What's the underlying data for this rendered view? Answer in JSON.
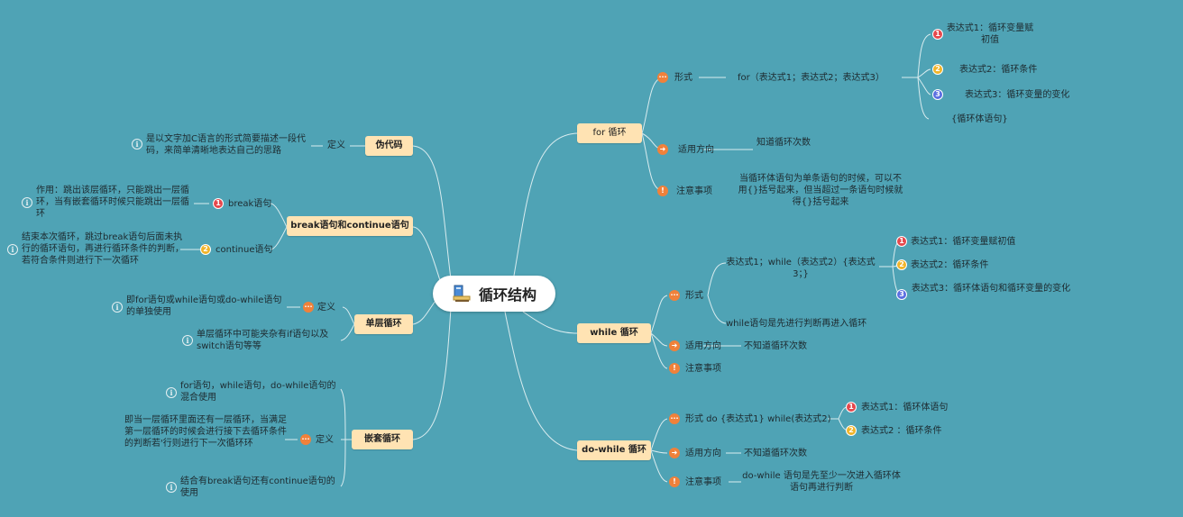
{
  "root": {
    "title": "循环结构"
  },
  "colors": {
    "background": "#4fa3b5",
    "node_fill": "#ffe3b3",
    "line": "#d9ecef",
    "badge_red": "#e5484d",
    "badge_yellow": "#f0b429",
    "badge_blue": "#5b6ee1",
    "badge_orange": "#f0813a"
  },
  "right": {
    "for": {
      "label": "for 循环",
      "form": {
        "label": "形式",
        "value": "for（表达式1；表达式2；表达式3）",
        "items": [
          {
            "badge": "1",
            "text": "表达式1：循环变量赋初值"
          },
          {
            "badge": "2",
            "text": "表达式2：循环条件"
          },
          {
            "badge": "3",
            "text": "表达式3：循环变量的变化"
          },
          {
            "badge": "",
            "text": "{循环体语句}"
          }
        ]
      },
      "usage": {
        "label": "适用方向",
        "value": "知道循环次数"
      },
      "notes": {
        "label": "注意事项",
        "value": "当循环体语句为单条语句的时候，可以不用{}括号起来，但当超过一条语句时候就得{}括号起来"
      }
    },
    "while": {
      "label": "while 循环",
      "form": {
        "label": "形式",
        "value": "表达式1；while（表达式2）{表达式3；}",
        "items": [
          {
            "badge": "1",
            "text": "表达式1：循环变量赋初值"
          },
          {
            "badge": "2",
            "text": "表达式2：循环条件"
          },
          {
            "badge": "3",
            "text": "表达式3：循环体语句和循环变量的变化"
          }
        ],
        "note": "while语句是先进行判断再进入循环"
      },
      "usage": {
        "label": "适用方向",
        "value": "不知道循环次数"
      },
      "notes": {
        "label": "注意事项"
      }
    },
    "dowhile": {
      "label": "do-while 循环",
      "form": {
        "label": "形式 do {表达式1} while(表达式2)",
        "items": [
          {
            "badge": "1",
            "text": "表达式1：循环体语句"
          },
          {
            "badge": "2",
            "text": "表达式2 ：循环条件"
          }
        ]
      },
      "usage": {
        "label": "适用方向",
        "value": "不知道循环次数"
      },
      "notes": {
        "label": "注意事项",
        "value": "do-while 语句是先至少一次进入循环体语句再进行判断"
      }
    }
  },
  "left": {
    "pseudo": {
      "label": "伪代码",
      "def_label": "定义",
      "def_text": "是以文字加C语言的形式简要描述一段代码，来简单清晰地表达自己的思路"
    },
    "breakcont": {
      "label": "break语句和continue语句",
      "break": {
        "badge": "1",
        "label": "break语句",
        "text": "作用：跳出该层循环，只能跳出一层循环，当有嵌套循环时候只能跳出一层循环"
      },
      "continue": {
        "badge": "2",
        "label": "continue语句",
        "text": "结束本次循环，跳过break语句后面未执行的循环语句，再进行循环条件的判断，若符合条件则进行下一次循环"
      }
    },
    "single": {
      "label": "单层循环",
      "def_label": "定义",
      "def_text": "即for语句或while语句或do-while语句的单独使用",
      "extra_text": "单层循环中可能夹杂有if语句以及switch语句等等"
    },
    "nested": {
      "label": "嵌套循环",
      "def_label": "定义",
      "text1": "for语句，while语句，do-while语句的混合使用",
      "text2": "即当一层循环里面还有一层循环，当满足第一层循环的时候会进行接下去循环条件的判断若'行则进行下一次循环环",
      "text3": "结合有break语句还有continue语句的使用"
    }
  }
}
